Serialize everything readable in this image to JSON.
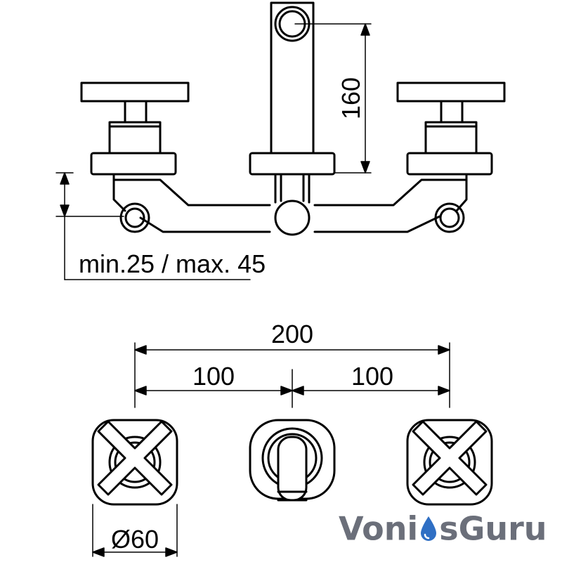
{
  "dimensions": {
    "spout_height": "160",
    "wall_offset": "min.25 / max. 45",
    "total_width": "200",
    "left_spacing": "100",
    "right_spacing": "100",
    "rosette_diameter": "Ø60"
  },
  "watermark": {
    "part1": "Voni",
    "part2": "s",
    "part3": "Guru",
    "color_text": "#6b6f7a",
    "color_drop": "#2f6fc4"
  },
  "colors": {
    "line": "#000000",
    "background": "#ffffff"
  }
}
